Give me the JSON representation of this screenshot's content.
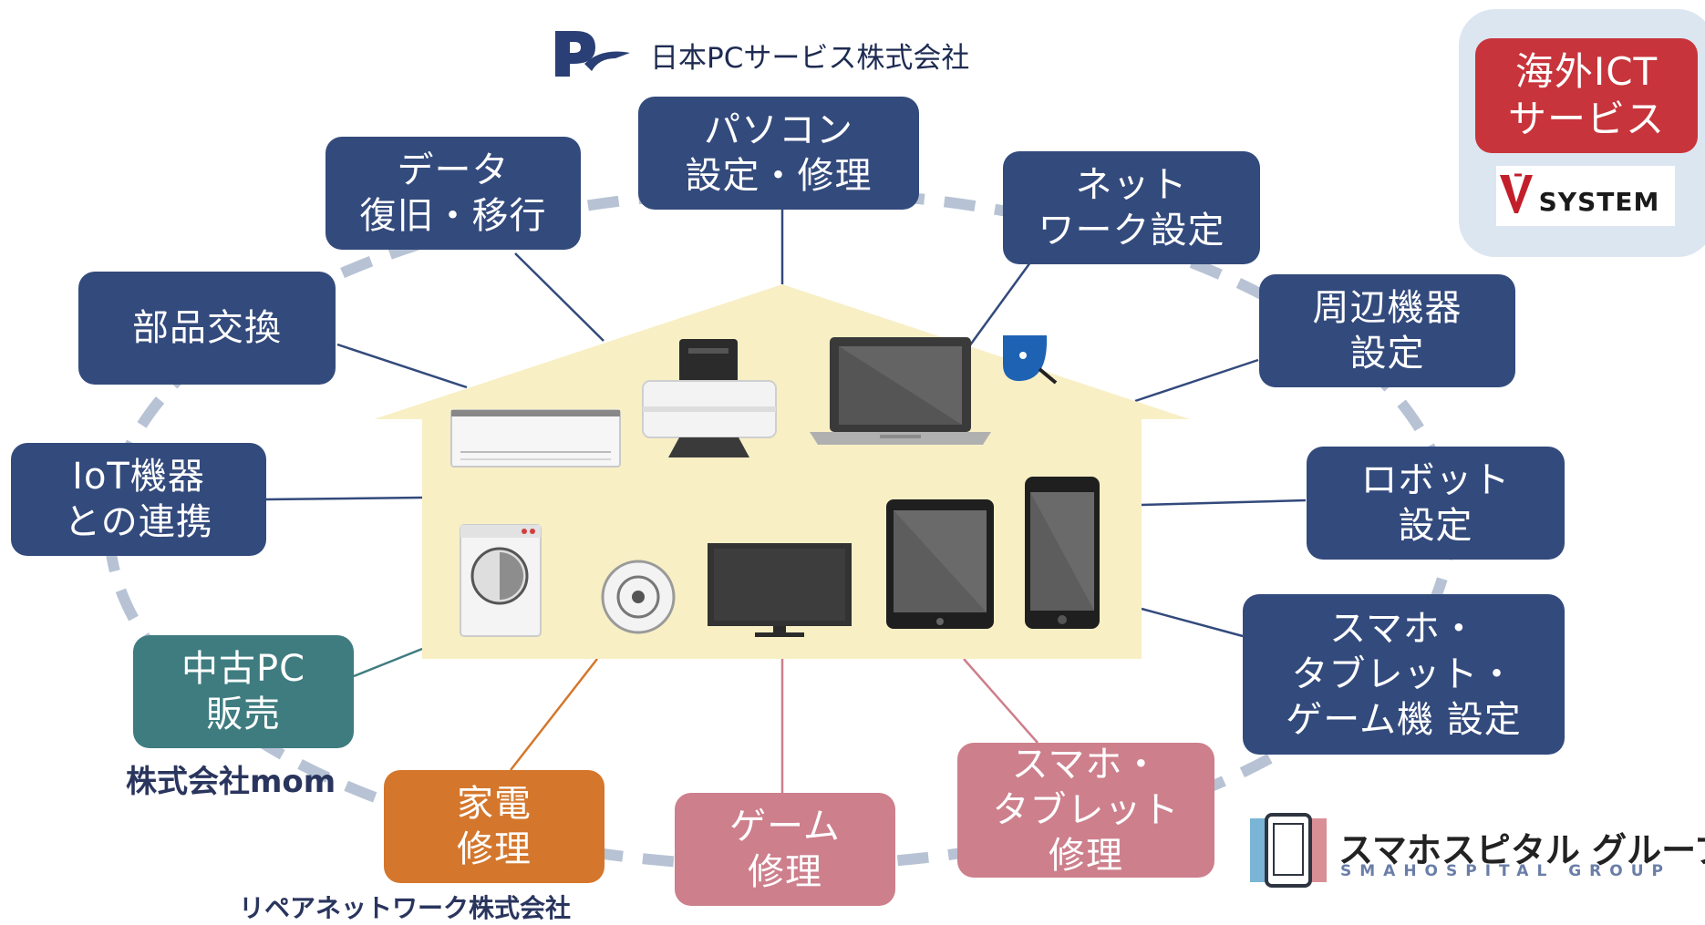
{
  "header": {
    "company": "日本PCサービス株式会社"
  },
  "services": {
    "pc_repair": [
      "パソコン",
      "設定・修理"
    ],
    "data": [
      "データ",
      "復旧・移行"
    ],
    "network": [
      "ネット",
      "ワーク設定"
    ],
    "peripheral": [
      "周辺機器",
      "設定"
    ],
    "parts": [
      "部品交換"
    ],
    "iot": [
      "IoT機器",
      "との連携"
    ],
    "robot": [
      "ロボット",
      "設定"
    ],
    "smartphone_setup": [
      "スマホ・",
      "タブレット・",
      "ゲーム機 設定"
    ],
    "used_pc": [
      "中古PC",
      "販売"
    ],
    "appliance": [
      "家電",
      "修理"
    ],
    "game": [
      "ゲーム",
      "修理"
    ],
    "smartphone_repair": [
      "スマホ・",
      "タブレット",
      "修理"
    ]
  },
  "overseas": {
    "label": [
      "海外ICT",
      "サービス"
    ],
    "vsystem_logo": "SYSTEM"
  },
  "partners": {
    "mom": "株式会社mom",
    "repair_network": "リペアネットワーク株式会社",
    "smahospital_jp": "スマホスピタル グループ",
    "smahospital_en": "SMAHOSPITAL GROUP"
  },
  "colors": {
    "navy": "#334a7c",
    "teal": "#3f7c80",
    "orange": "#d4772c",
    "pink": "#cd7f8c",
    "red": "#c8343b",
    "house": "#f8efc5",
    "dash": "#b7c3d4"
  },
  "icons": [
    "air-conditioner-icon",
    "printer-icon",
    "laptop-icon",
    "robot-icon",
    "washing-machine-icon",
    "robot-vacuum-icon",
    "television-icon",
    "tablet-icon",
    "smartphone-icon"
  ]
}
